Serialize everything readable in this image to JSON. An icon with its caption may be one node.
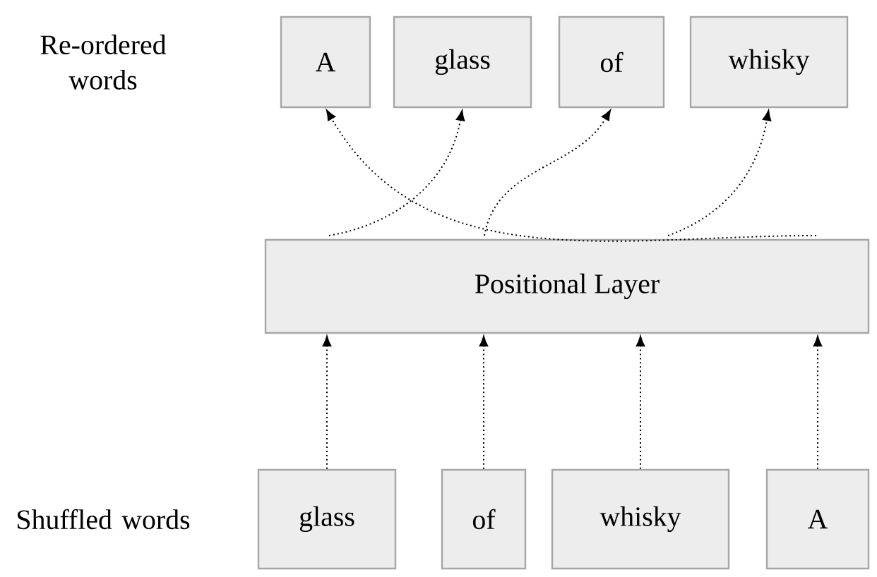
{
  "diagram": {
    "nodes": [
      {
        "text": [
          "A"
        ]
      },
      {
        "text": [
          "glass"
        ]
      },
      {
        "text": [
          "of"
        ]
      },
      {
        "text": [
          "whisky"
        ]
      },
      {
        "text": [
          "Positional Layer"
        ]
      },
      {
        "text": [
          "glass"
        ]
      },
      {
        "text": [
          "of"
        ]
      },
      {
        "text": [
          "whisky"
        ]
      },
      {
        "text": [
          "A"
        ]
      }
    ],
    "edges": [
      {
        "from": 4,
        "to": 1,
        "arrow": "to"
      },
      {
        "from": 4,
        "to": 2,
        "arrow": "to"
      },
      {
        "from": 4,
        "to": 3,
        "arrow": "to"
      },
      {
        "from": 4,
        "to": 0,
        "arrow": "to"
      },
      {
        "from": 5,
        "to": 4,
        "arrow": "to"
      },
      {
        "from": 6,
        "to": 4,
        "arrow": "to"
      },
      {
        "from": 7,
        "to": 4,
        "arrow": "to"
      },
      {
        "from": 8,
        "to": 4,
        "arrow": "to"
      }
    ],
    "labels": [
      "Re-ordered words",
      "Shuffled words"
    ]
  }
}
